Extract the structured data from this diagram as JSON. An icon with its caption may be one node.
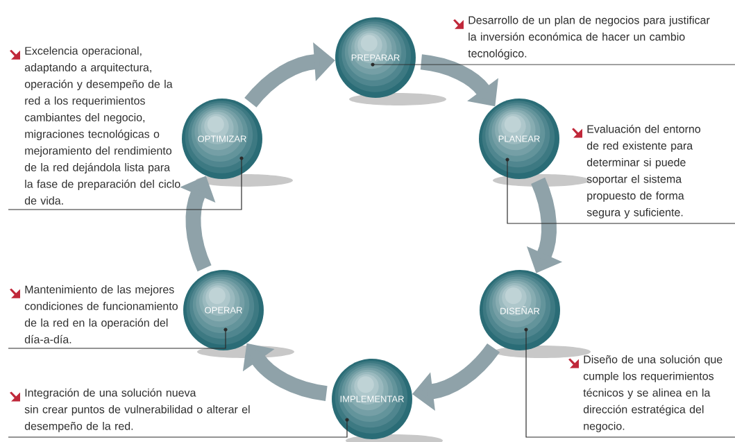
{
  "diagram": {
    "nodes": [
      {
        "text": [
          "PREPARAR"
        ]
      },
      {
        "text": [
          "PLANEAR"
        ]
      },
      {
        "text": [
          "DISEÑAR"
        ]
      },
      {
        "text": [
          "IMPLEMENTAR"
        ]
      },
      {
        "text": [
          "OPERAR"
        ]
      },
      {
        "text": [
          "OPTIMIZAR"
        ]
      },
      {
        "text": [
          "Desarrollo de un plan de negocios para justificar la inversión económica de hacer un cambio tecnológico."
        ]
      },
      {
        "text": [
          "Evaluación del entorno de red existente para determinar si puede soportar el sistema propuesto de forma segura y suficiente."
        ]
      },
      {
        "text": [
          "Diseño de una solución que cumple los requerimientos técnicos y se alinea en la dirección estratégica del negocio."
        ]
      },
      {
        "text": [
          "Integración de una solución nueva sin crear puntos de vulnerabilidad o alterar el desempeño de la red."
        ]
      },
      {
        "text": [
          "Mantenimiento de las mejores condiciones de funcionamiento de la red en la operación del día-a-día."
        ]
      },
      {
        "text": [
          "Excelencia operacional, adaptando a arquitectura, operación y desempeño de la red a los requerimientos cambiantes del negocio, migraciones tecnológicas o mejoramiento del rendimiento de la red dejándola lista para la fase de preparación del ciclo de vida."
        ]
      }
    ],
    "edges": [
      {
        "from": 0,
        "to": 1,
        "arrow": "to",
        "style": "thick",
        "color": "#8fa2a9"
      },
      {
        "from": 1,
        "to": 2,
        "arrow": "to",
        "style": "thick",
        "color": "#8fa2a9"
      },
      {
        "from": 2,
        "to": 3,
        "arrow": "to",
        "style": "thick",
        "color": "#8fa2a9"
      },
      {
        "from": 3,
        "to": 4,
        "arrow": "to",
        "style": "thick",
        "color": "#8fa2a9"
      },
      {
        "from": 4,
        "to": 5,
        "arrow": "to",
        "style": "thick",
        "color": "#8fa2a9"
      },
      {
        "from": 5,
        "to": 0,
        "arrow": "to",
        "style": "thick",
        "color": "#8fa2a9"
      },
      {
        "from": 6,
        "to": 0,
        "arrow": "none",
        "color": "#2b2b2b"
      },
      {
        "from": 7,
        "to": 1,
        "arrow": "none",
        "color": "#2b2b2b"
      },
      {
        "from": 8,
        "to": 2,
        "arrow": "none",
        "color": "#2b2b2b"
      },
      {
        "from": 9,
        "to": 3,
        "arrow": "none",
        "color": "#2b2b2b"
      },
      {
        "from": 10,
        "to": 4,
        "arrow": "none",
        "color": "#2b2b2b"
      },
      {
        "from": 11,
        "to": 5,
        "arrow": "none",
        "color": "#2b2b2b"
      }
    ]
  }
}
